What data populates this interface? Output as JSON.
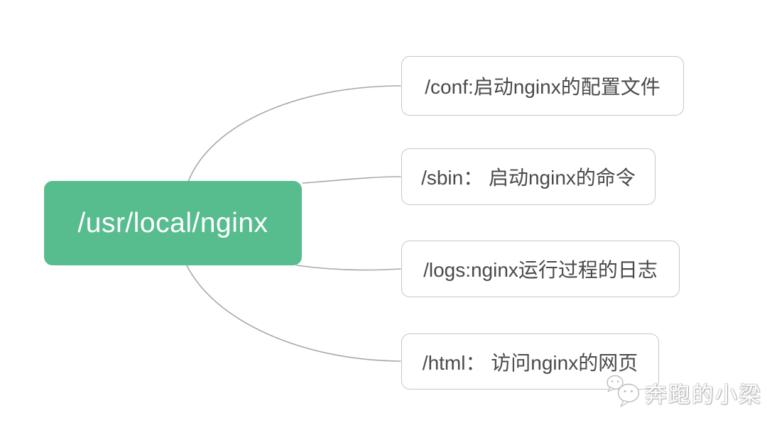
{
  "diagram": {
    "root": {
      "label": "/usr/local/nginx"
    },
    "children": [
      {
        "label": "/conf:启动nginx的配置文件"
      },
      {
        "label": "/sbin： 启动nginx的命令"
      },
      {
        "label": "/logs:nginx运行过程的日志"
      },
      {
        "label": "/html： 访问nginx的网页"
      }
    ]
  },
  "watermark": {
    "label": "奔跑的小梁",
    "icon": "wechat-icon"
  },
  "colors": {
    "root_fill": "#57bd8e",
    "root_text": "#ffffff",
    "child_border": "#c6c6c6",
    "child_text": "#4a4a4a",
    "connector": "#a9a9a9",
    "background": "#ffffff"
  }
}
